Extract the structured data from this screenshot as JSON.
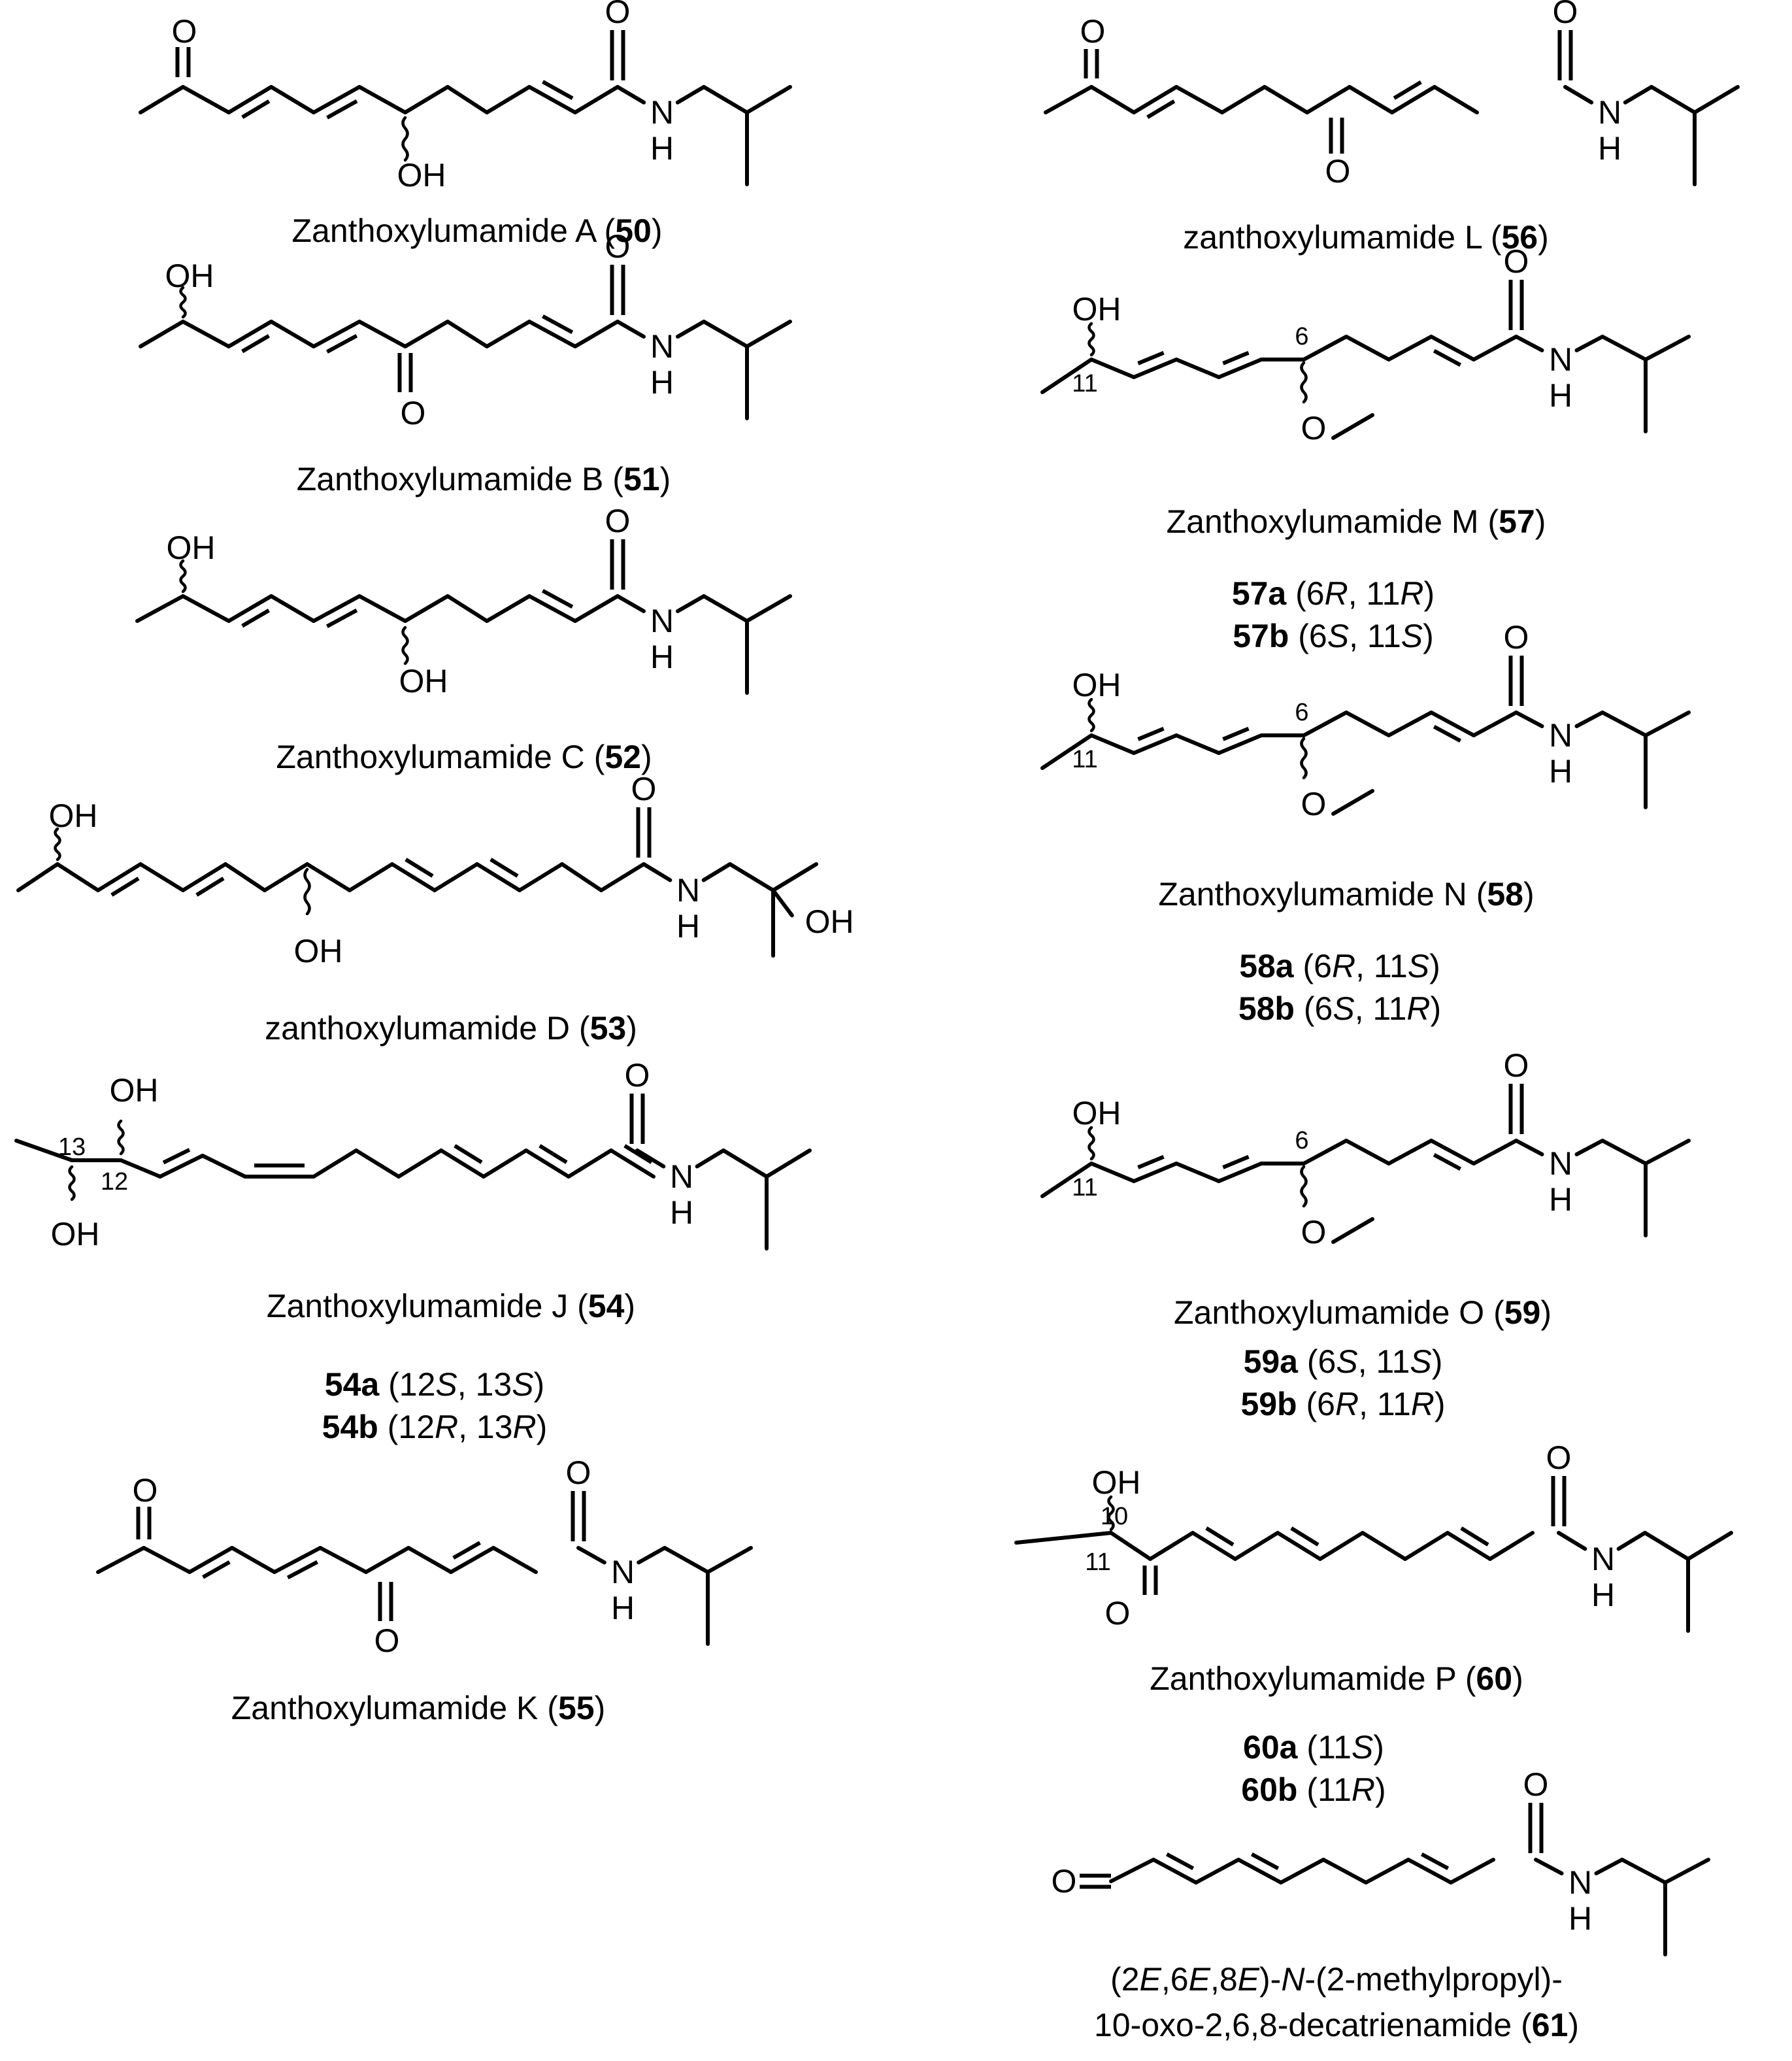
{
  "captions": {
    "c50": {
      "name": "Zanthoxylumamide A",
      "num": "50"
    },
    "c51": {
      "name": "Zanthoxylumamide B",
      "num": "51"
    },
    "c52": {
      "name": "Zanthoxylumamide C",
      "num": "52"
    },
    "c53": {
      "name": "zanthoxylumamide D",
      "num": "53"
    },
    "c54": {
      "name": "Zanthoxylumamide J",
      "num": "54"
    },
    "c55": {
      "name": "Zanthoxylumamide K",
      "num": "55"
    },
    "c56": {
      "name": "zanthoxylumamide L",
      "num": "56"
    },
    "c57": {
      "name": "Zanthoxylumamide M",
      "num": "57"
    },
    "c58": {
      "name": "Zanthoxylumamide N",
      "num": "58"
    },
    "c59": {
      "name": "Zanthoxylumamide O",
      "num": "59"
    },
    "c60": {
      "name": "Zanthoxylumamide P",
      "num": "60"
    }
  },
  "stereo": {
    "s54a": {
      "id": "54a",
      "a": "12",
      "aC": "S",
      "b": "13",
      "bC": "S"
    },
    "s54b": {
      "id": "54b",
      "a": "12",
      "aC": "R",
      "b": "13",
      "bC": "R"
    },
    "s57a": {
      "id": "57a",
      "a": "6",
      "aC": "R",
      "b": "11",
      "bC": "R"
    },
    "s57b": {
      "id": "57b",
      "a": "6",
      "aC": "S",
      "b": "11",
      "bC": "S"
    },
    "s58a": {
      "id": "58a",
      "a": "6",
      "aC": "R",
      "b": "11",
      "bC": "S"
    },
    "s58b": {
      "id": "58b",
      "a": "6",
      "aC": "S",
      "b": "11",
      "bC": "R"
    },
    "s59a": {
      "id": "59a",
      "a": "6",
      "aC": "S",
      "b": "11",
      "bC": "S"
    },
    "s59b": {
      "id": "59b",
      "a": "6",
      "aC": "R",
      "b": "11",
      "bC": "R"
    },
    "s60a": {
      "id": "60a",
      "a": "11",
      "aC": "S"
    },
    "s60b": {
      "id": "60b",
      "a": "11",
      "aC": "R"
    }
  },
  "c61": {
    "line1_a": "(2",
    "e1": "E",
    "line1_b": ",6",
    "e2": "E",
    "line1_c": ",8",
    "e3": "E",
    "line1_d": ")-",
    "n": "N",
    "line1_e": "-(2-methylpropyl)-",
    "line2": "10-oxo-2,6,8-decatrienamide (",
    "num": "61",
    "close": ")"
  },
  "atoms": {
    "O": "O",
    "OH": "OH",
    "N": "N",
    "H": "H"
  },
  "locants": {
    "n6": "6",
    "n10": "10",
    "n11": "11",
    "n12": "12",
    "n13": "13"
  }
}
